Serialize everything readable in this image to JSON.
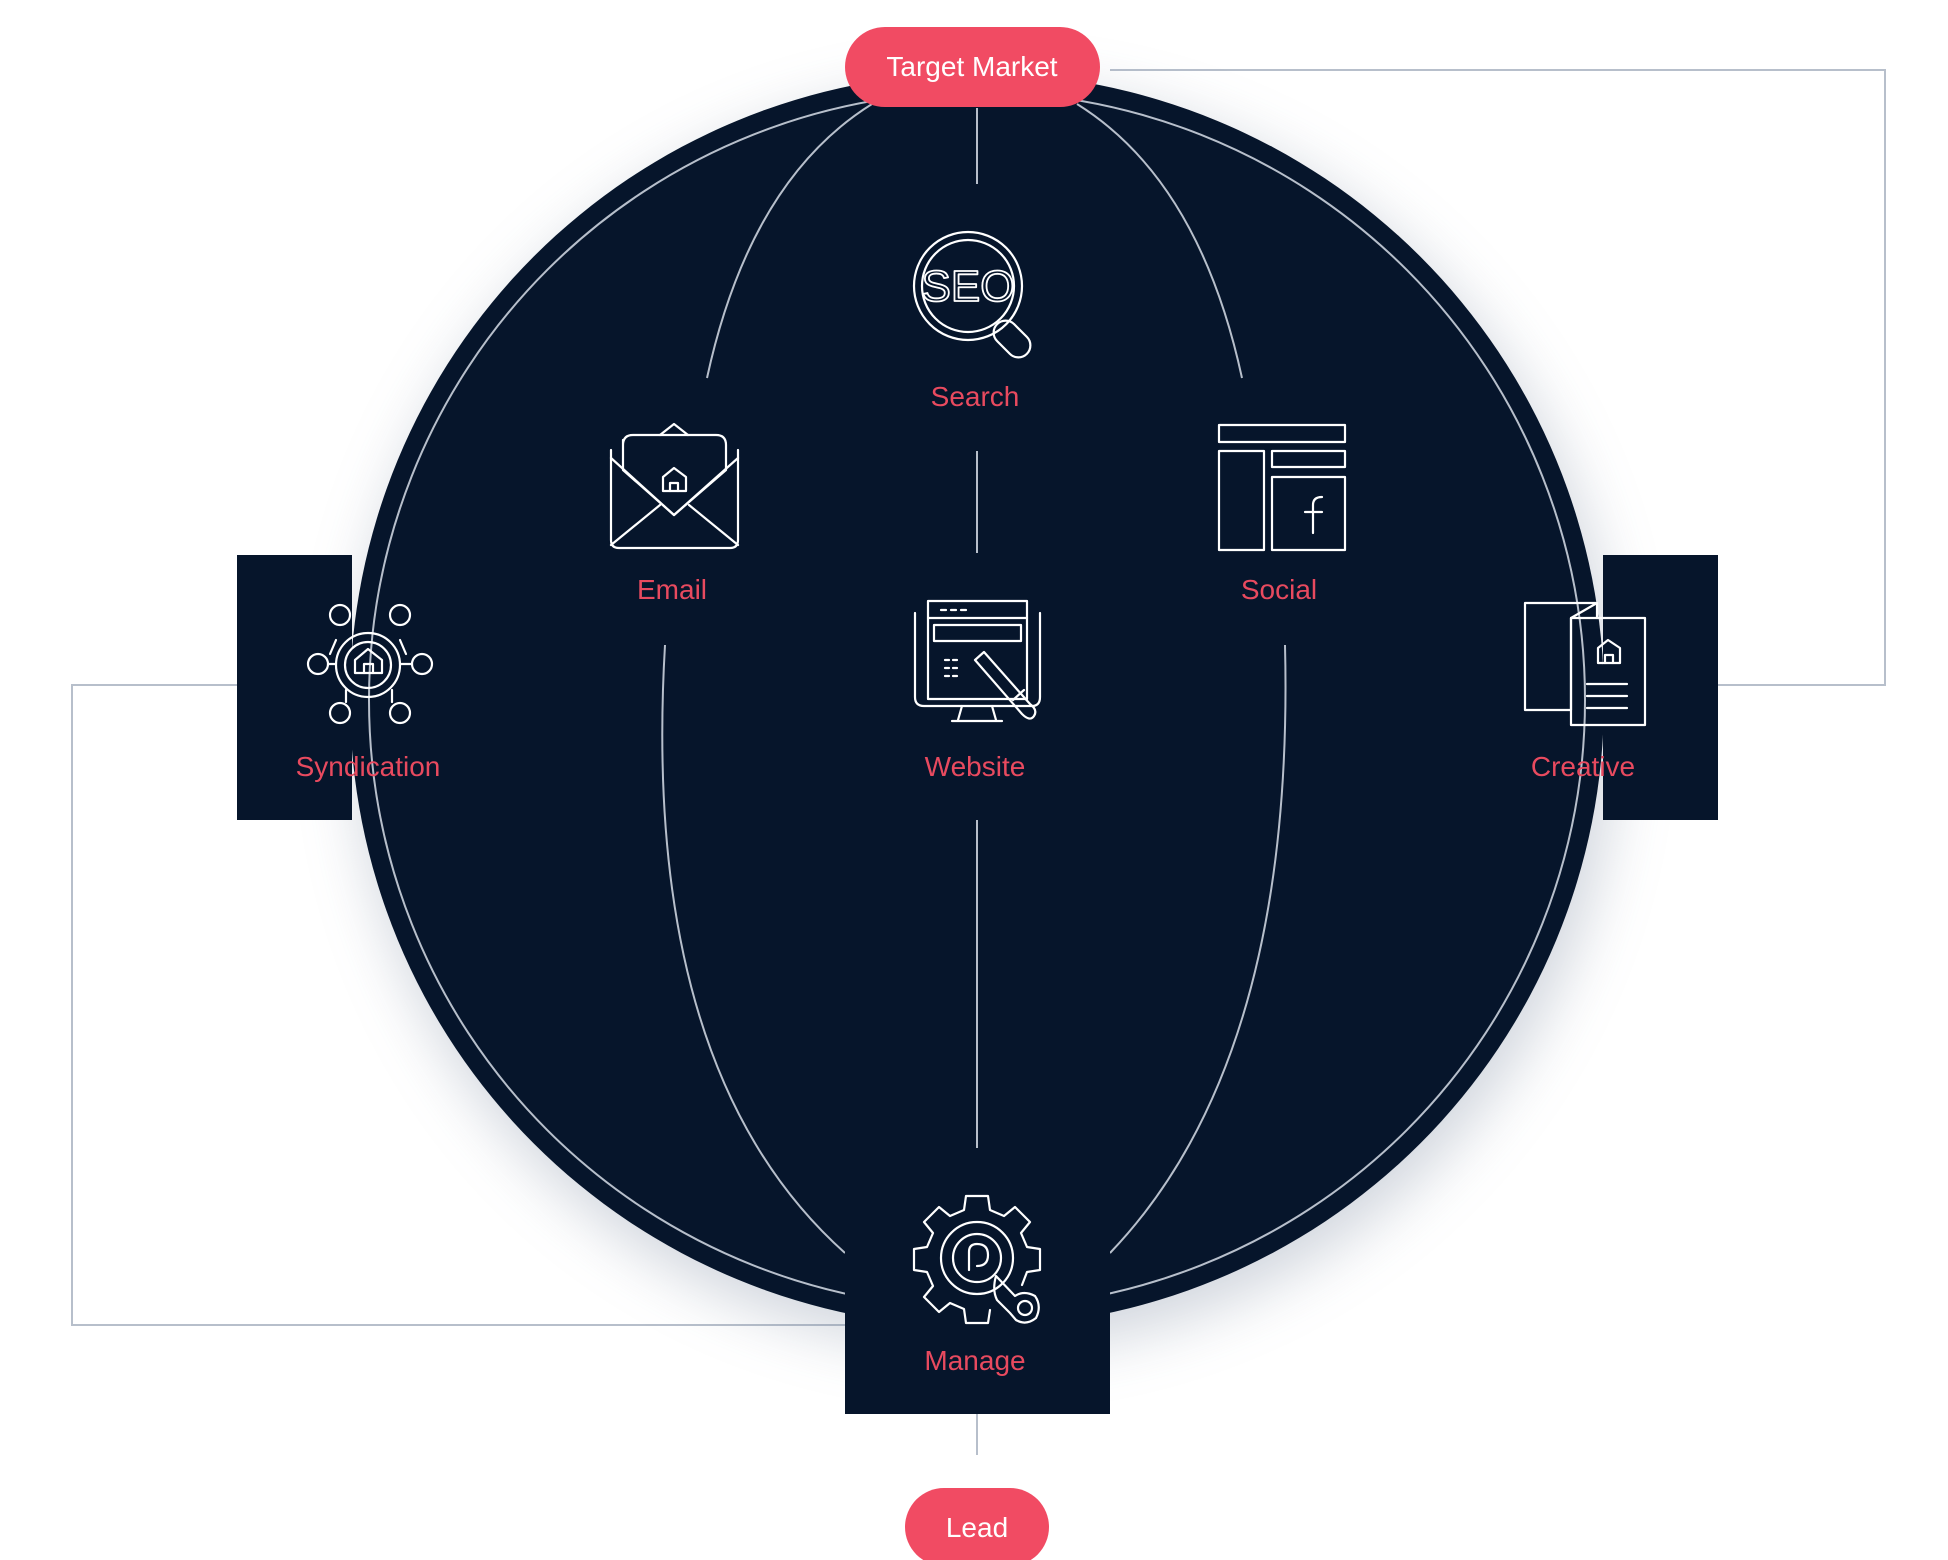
{
  "nodes": {
    "target_market": "Target Market",
    "search": "Search",
    "email": "Email",
    "social": "Social",
    "website": "Website",
    "syndication": "Syndication",
    "creative": "Creative",
    "manage": "Manage",
    "lead": "Lead"
  },
  "icons": {
    "search": "seo-magnifier-icon",
    "email": "envelope-house-icon",
    "social": "facebook-page-layout-icon",
    "website": "computer-web-editor-icon",
    "syndication": "house-network-icon",
    "creative": "brochure-house-icon",
    "manage": "gear-wrench-icon"
  },
  "icon_text": {
    "seo": "SEO"
  },
  "colors": {
    "circle_fill": "#06152b",
    "line": "#b7bfcb",
    "accent": "#f14b63",
    "label": "#e84a5f",
    "icon": "#ffffff"
  }
}
